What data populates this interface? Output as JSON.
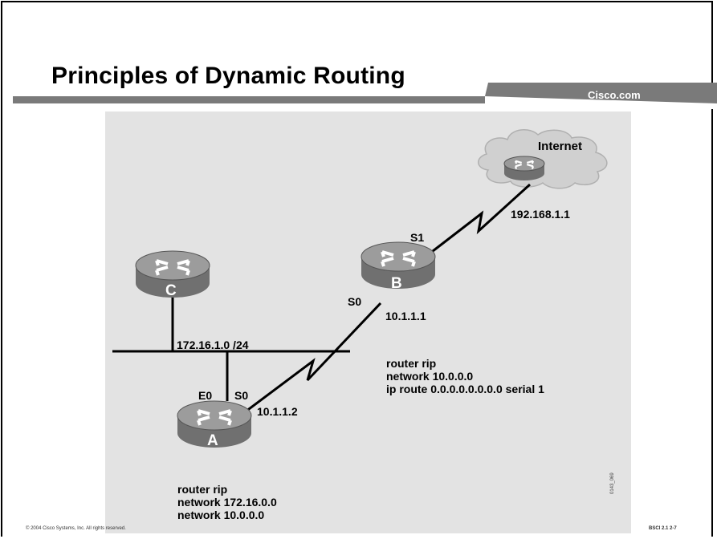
{
  "slide": {
    "title": "Principles of Dynamic Routing",
    "brand": "Cisco.com",
    "footer_left": "© 2004 Cisco Systems, Inc. All rights reserved.",
    "footer_right": "BSCI 2.1    2-7",
    "image_code": "0143_069"
  },
  "colors": {
    "header_bar": "#7a7a7a",
    "diagram_background": "#e3e3e3",
    "router": "#8c8c8c",
    "cloud": "#d0d0d0"
  },
  "diagram": {
    "internet": {
      "label": "Internet",
      "ip": "192.168.1.1"
    },
    "router_b": {
      "name": "B",
      "interface_s1": "S1",
      "interface_s0": "S0",
      "ip": "10.1.1.1",
      "config": [
        "router rip",
        "network 10.0.0.0",
        "ip route 0.0.0.0.0.0.0.0 serial 1"
      ]
    },
    "router_c": {
      "name": "C"
    },
    "lan": {
      "network": "172.16.1.0 /24"
    },
    "router_a": {
      "name": "A",
      "interface_e0": "E0",
      "interface_s0": "S0",
      "ip": "10.1.1.2",
      "config": [
        "router rip",
        "network 172.16.0.0",
        "network 10.0.0.0"
      ]
    }
  }
}
